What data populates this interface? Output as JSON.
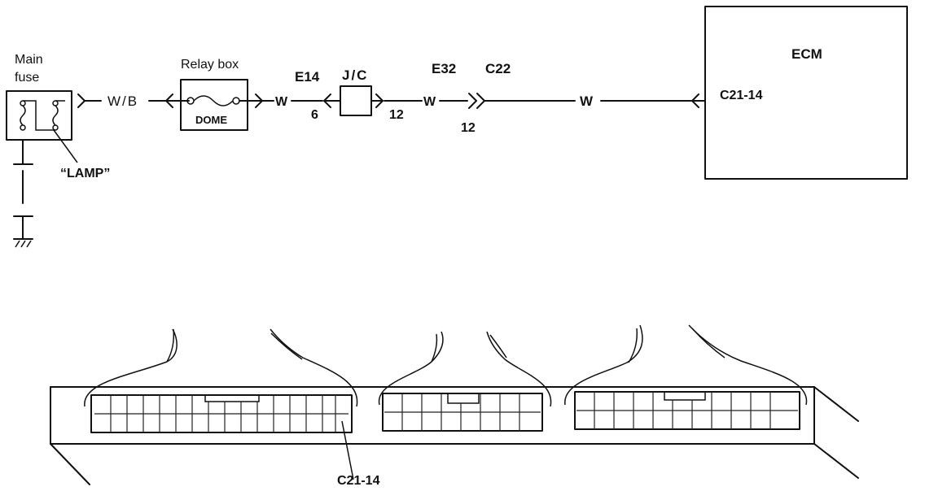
{
  "diagram": {
    "main_fuse_label_line1": "Main",
    "main_fuse_label_line2": "fuse",
    "lamp_label": "“LAMP”",
    "wire_wb": "W/B",
    "relay_box_label": "Relay box",
    "dome_label": "DOME",
    "wire_w1": "W",
    "e14_label": "E14",
    "e14_pin": "6",
    "jc_label": "J/C",
    "jc_pin": "12",
    "wire_w2": "W",
    "e32_label": "E32",
    "c22_label": "C22",
    "c22_pin": "12",
    "wire_w3": "W",
    "ecm_label": "ECM",
    "ecm_pin": "C21-14",
    "connector_pin_label": "C21-14"
  }
}
